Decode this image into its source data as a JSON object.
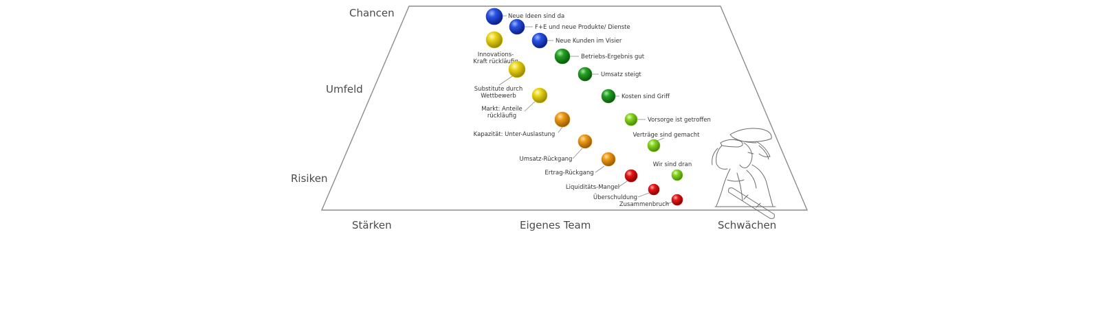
{
  "axes": {
    "top": "Chancen",
    "middle": "Umfeld",
    "bottom": "Risiken",
    "left": "Stärken",
    "center": "Eigenes Team",
    "right": "Schwächen"
  },
  "colors": {
    "blue": "#1638c8",
    "yellow": "#e0cc10",
    "green": "#1f8f1f",
    "lightgreen": "#7ac81a",
    "orange": "#e08c10",
    "red": "#d81010"
  },
  "items": [
    {
      "label": [
        "Neue Ideen sind da"
      ],
      "color": "blue"
    },
    {
      "label": [
        "F+E und neue Produkte/ Dienste"
      ],
      "color": "blue"
    },
    {
      "label": [
        "Neue Kunden im Visier"
      ],
      "color": "blue"
    },
    {
      "label": [
        "Innovations-",
        "Kraft rückläufig"
      ],
      "color": "yellow"
    },
    {
      "label": [
        "Betriebs-Ergebnis gut"
      ],
      "color": "green"
    },
    {
      "label": [
        "Substitute durch",
        "Wettbewerb"
      ],
      "color": "yellow"
    },
    {
      "label": [
        "Umsatz steigt"
      ],
      "color": "green"
    },
    {
      "label": [
        "Markt: Anteile",
        "rückläufig"
      ],
      "color": "yellow"
    },
    {
      "label": [
        "Kosten sind Griff"
      ],
      "color": "green"
    },
    {
      "label": [
        "Kapazität: Unter-Auslastung"
      ],
      "color": "orange"
    },
    {
      "label": [
        "Vorsorge ist getroffen"
      ],
      "color": "lightgreen"
    },
    {
      "label": [
        "Verträge sind gemacht"
      ],
      "color": "lightgreen"
    },
    {
      "label": [
        "Umsatz-Rückgang"
      ],
      "color": "orange"
    },
    {
      "label": [
        "Ertrag-Rückgang"
      ],
      "color": "orange"
    },
    {
      "label": [
        "Wir sind dran"
      ],
      "color": "lightgreen"
    },
    {
      "label": [
        "Liquiditäts-Mangel"
      ],
      "color": "red"
    },
    {
      "label": [
        "Überschuldung"
      ],
      "color": "red"
    },
    {
      "label": [
        "Zusammenbruch"
      ],
      "color": "red"
    }
  ]
}
